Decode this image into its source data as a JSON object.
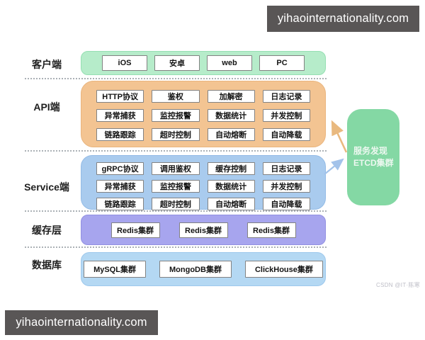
{
  "watermarks": {
    "top": "yihaointernationality.com",
    "bottom": "yihaointernationality.com"
  },
  "credit": "CSDN @IT·陈寒",
  "colors": {
    "client_layer": "#b6ecca",
    "api_layer": "#f3c492",
    "service_layer": "#a9cbee",
    "cache_layer": "#a7a5ee",
    "db_layer": "#b4d8f3",
    "discovery_box": "#84d8a4",
    "arrow_api": "#e9b97f",
    "arrow_service": "#a3c3ea",
    "watermark_bg": "#595656"
  },
  "layers": {
    "client": {
      "label": "客户端",
      "items": [
        "iOS",
        "安卓",
        "web",
        "PC"
      ]
    },
    "api": {
      "label": "API端",
      "items": [
        "HTTP协议",
        "鉴权",
        "加解密",
        "日志记录",
        "异常捕获",
        "监控报警",
        "数据统计",
        "并发控制",
        "链路跟踪",
        "超时控制",
        "自动熔断",
        "自动降载"
      ]
    },
    "service": {
      "label": "Service端",
      "items": [
        "gRPC协议",
        "调用鉴权",
        "缓存控制",
        "日志记录",
        "异常捕获",
        "监控报警",
        "数据统计",
        "并发控制",
        "链路跟踪",
        "超时控制",
        "自动熔断",
        "自动降载"
      ]
    },
    "cache": {
      "label": "缓存层",
      "items": [
        "Redis集群",
        "Redis集群",
        "Redis集群"
      ]
    },
    "db": {
      "label": "数据库",
      "items": [
        "MySQL集群",
        "MongoDB集群",
        "ClickHouse集群"
      ]
    }
  },
  "discovery": {
    "lines": [
      "服务发现",
      "ETCD集群"
    ]
  }
}
